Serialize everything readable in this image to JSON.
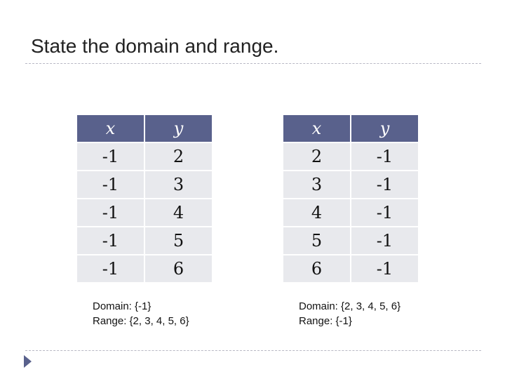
{
  "slide": {
    "title": "State the domain and range.",
    "accent_color": "#59618c",
    "cell_color": "#e8e9ed"
  },
  "table_left": {
    "headers": [
      "x",
      "y"
    ],
    "rows": [
      [
        "-1",
        "2"
      ],
      [
        "-1",
        "3"
      ],
      [
        "-1",
        "4"
      ],
      [
        "-1",
        "5"
      ],
      [
        "-1",
        "6"
      ]
    ]
  },
  "table_right": {
    "headers": [
      "x",
      "y"
    ],
    "rows": [
      [
        "2",
        "-1"
      ],
      [
        "3",
        "-1"
      ],
      [
        "4",
        "-1"
      ],
      [
        "5",
        "-1"
      ],
      [
        "6",
        "-1"
      ]
    ]
  },
  "answer_left": {
    "domain": "Domain: {-1}",
    "range": "Range: {2, 3, 4, 5, 6}"
  },
  "answer_right": {
    "domain": "Domain: {2, 3, 4, 5, 6}",
    "range": "Range: {-1}"
  },
  "bullet_icon": "triangle-bullet-icon"
}
